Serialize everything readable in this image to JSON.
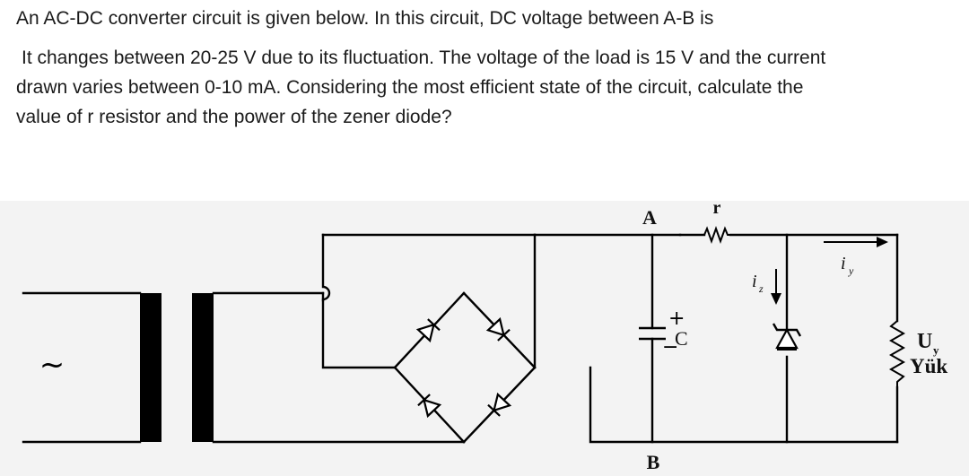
{
  "question": {
    "line1": "An AC-DC converter circuit is given below.  In this circuit, DC voltage between A-B is",
    "line2": "It changes between 20-25 V due to its fluctuation.  The voltage of the load is 15 V and the current",
    "line3": "drawn varies between 0-10 mA.  Considering the most efficient state of the circuit, calculate the",
    "line4": "value of r resistor and the power of the zener diode?"
  },
  "diagram": {
    "ac_symbol": "~",
    "node_a": "A",
    "node_b": "B",
    "resistor_label": "r",
    "capacitor_label": "C",
    "cap_plus": "+",
    "cap_minus": "−",
    "zener_current_base": "i",
    "zener_current_sub": "z",
    "load_current_base": "i",
    "load_current_sub": "y",
    "load_voltage_base": "U",
    "load_voltage_sub": "y",
    "load_name": "Yük"
  }
}
